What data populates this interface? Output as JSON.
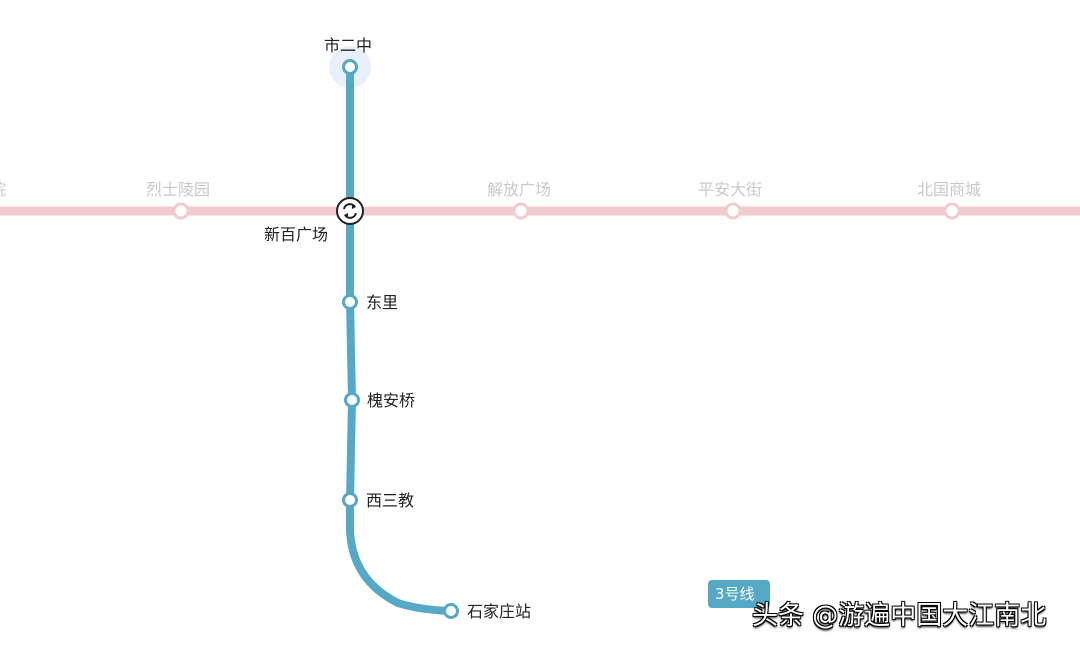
{
  "colors": {
    "line3": "#55a8c6",
    "line1": "#f2cccc",
    "halo": "#e8f0fb"
  },
  "line1": {
    "stations": [
      "医院",
      "烈士陵园",
      "解放广场",
      "平安大街",
      "北国商城"
    ]
  },
  "line3": {
    "badge": "3号线",
    "stations": [
      "市二中",
      "新百广场",
      "东里",
      "槐安桥",
      "西三教",
      "石家庄站"
    ],
    "transfer_icon": "transfer-icon"
  },
  "watermark": "头条 @游遍中国大江南北"
}
